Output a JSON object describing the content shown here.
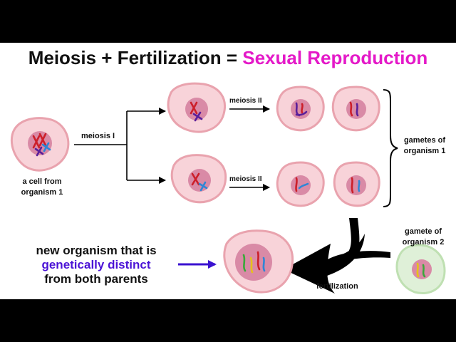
{
  "title": {
    "left": "Meiosis + Fertilization = ",
    "highlight": "Sexual Reproduction",
    "highlight_color": "#e419c8"
  },
  "labels": {
    "parent_cell": [
      "a cell from",
      "organism 1"
    ],
    "meiosis_1": "meiosis I",
    "meiosis_2_top": "meiosis II",
    "meiosis_2_bottom": "meiosis II",
    "gametes_org1": [
      "gametes of",
      "organism 1"
    ],
    "gamete_org2": [
      "gamete of",
      "organism 2"
    ],
    "fertilization": "fertilization",
    "new_organism": {
      "line1": "new organism that is",
      "line2": "genetically distinct",
      "line3": "from both parents",
      "highlight_color": "#4b13d6"
    }
  },
  "colors": {
    "cell_fill": "#f8d3d9",
    "cell_stroke": "#e9a3ae",
    "nucleus": "#d98aa6",
    "gamete2_fill": "#dff0d8",
    "gamete2_stroke": "#bfe0b2",
    "chrom_red": "#cc1f2a",
    "chrom_purple": "#5a1f9a",
    "chrom_blue": "#2f86d6",
    "chrom_green": "#3aa83a",
    "chrom_yellow": "#e6c21a"
  },
  "icons": {
    "brace": "right-curly-brace-icon",
    "fertilization_arrow": "curved-arrow-icon"
  }
}
